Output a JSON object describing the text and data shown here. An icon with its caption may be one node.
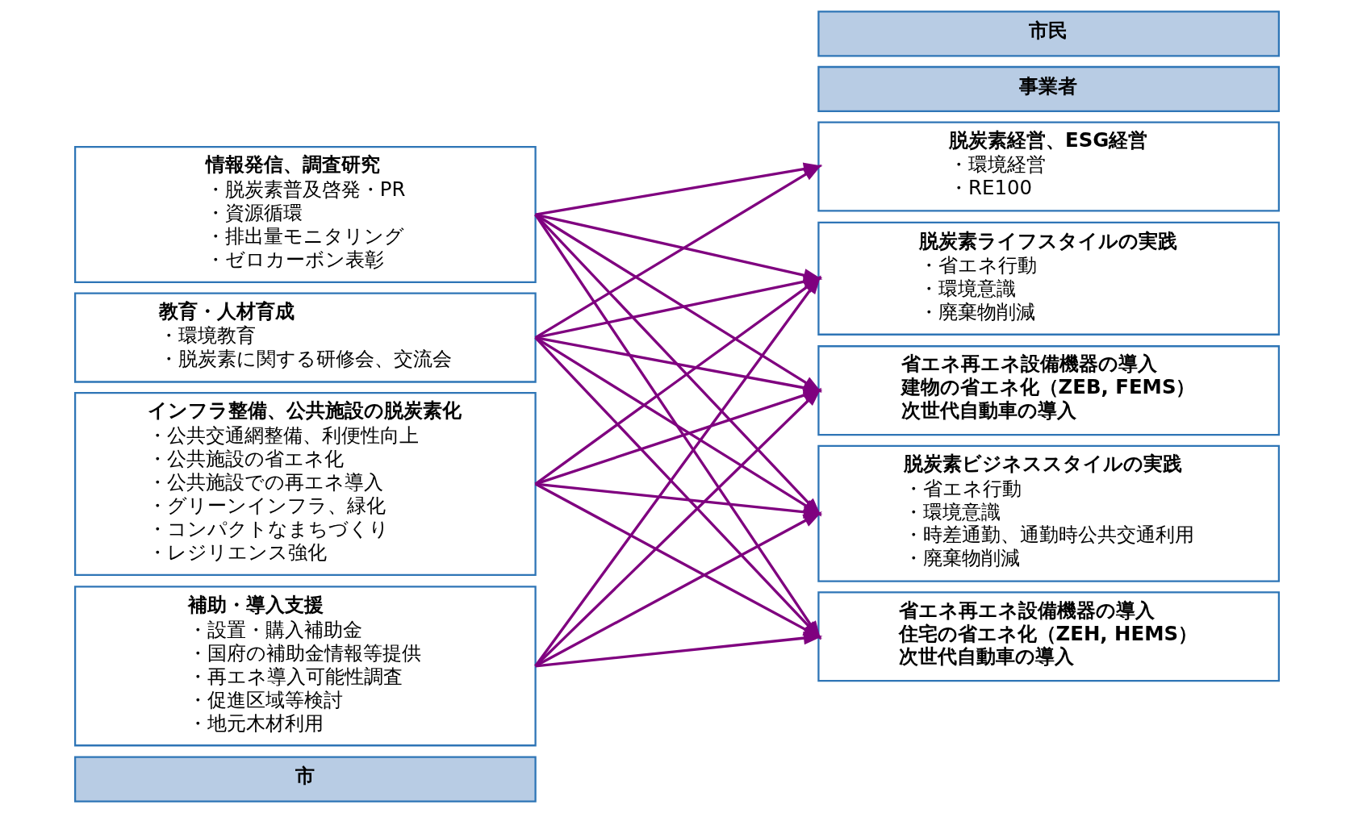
{
  "diagram": {
    "nodes": [
      {
        "text": [
          "市"
        ]
      },
      {
        "text": [
          "情報発信、調査研究",
          "・脱炭素普及啓発・PR",
          "・資源循環",
          "・排出量モニタリング",
          "・ゼロカーボン表彰"
        ]
      },
      {
        "text": [
          "インフラ整備、公共施設の脱炭素化",
          "・公共交通網整備、利便性向上",
          "・公共施設の省エネ化",
          "・公共施設での再エネ導入",
          "・グリーンインフラ、緑化",
          "・コンパクトなまちづくり",
          "・レジリエンス強化"
        ]
      },
      {
        "text": [
          "補助・導入支援",
          "・設置・購入補助金",
          "・国府の補助金情報等提供",
          "・再エネ導入可能性調査",
          "・促進区域等検討",
          "・地元木材利用"
        ]
      },
      {
        "text": [
          "教育・人材育成",
          "・環境教育",
          "・脱炭素に関する研修会、交流会"
        ]
      },
      {
        "text": [
          "事業者"
        ]
      },
      {
        "text": [
          "脱炭素経営、ESG経営",
          "・環境経営",
          "・RE100"
        ]
      },
      {
        "text": [
          "省エネ再エネ設備機器の導入",
          "建物の省エネ化（ZEB, FEMS）",
          "次世代自動車の導入"
        ]
      },
      {
        "text": [
          "脱炭素ビジネススタイルの実践",
          "・省エネ行動",
          "・環境意識",
          "・時差通勤、通勤時公共交通利用",
          "・廃棄物削減"
        ]
      },
      {
        "text": [
          "市民"
        ]
      },
      {
        "text": [
          "省エネ再エネ設備機器の導入",
          "住宅の省エネ化（ZEH, HEMS）",
          "次世代自動車の導入"
        ]
      },
      {
        "text": [
          "脱炭素ライフスタイルの実践",
          "・省エネ行動",
          "・環境意識",
          "・廃棄物削減"
        ]
      }
    ],
    "edges": [
      {
        "from": 1,
        "to": 6,
        "arrow": "to"
      },
      {
        "from": 1,
        "to": 7,
        "arrow": "to"
      },
      {
        "from": 1,
        "to": 8,
        "arrow": "to"
      },
      {
        "from": 1,
        "to": 10,
        "arrow": "to"
      },
      {
        "from": 1,
        "to": 11,
        "arrow": "to"
      },
      {
        "from": 2,
        "to": 7,
        "arrow": "to"
      },
      {
        "from": 2,
        "to": 8,
        "arrow": "to"
      },
      {
        "from": 2,
        "to": 10,
        "arrow": "to"
      },
      {
        "from": 2,
        "to": 11,
        "arrow": "to"
      },
      {
        "from": 3,
        "to": 7,
        "arrow": "to"
      },
      {
        "from": 3,
        "to": 8,
        "arrow": "to"
      },
      {
        "from": 3,
        "to": 10,
        "arrow": "to"
      },
      {
        "from": 3,
        "to": 11,
        "arrow": "to"
      },
      {
        "from": 4,
        "to": 6,
        "arrow": "to"
      },
      {
        "from": 4,
        "to": 7,
        "arrow": "to"
      },
      {
        "from": 4,
        "to": 8,
        "arrow": "to"
      },
      {
        "from": 4,
        "to": 10,
        "arrow": "to"
      },
      {
        "from": 4,
        "to": 11,
        "arrow": "to"
      }
    ]
  }
}
